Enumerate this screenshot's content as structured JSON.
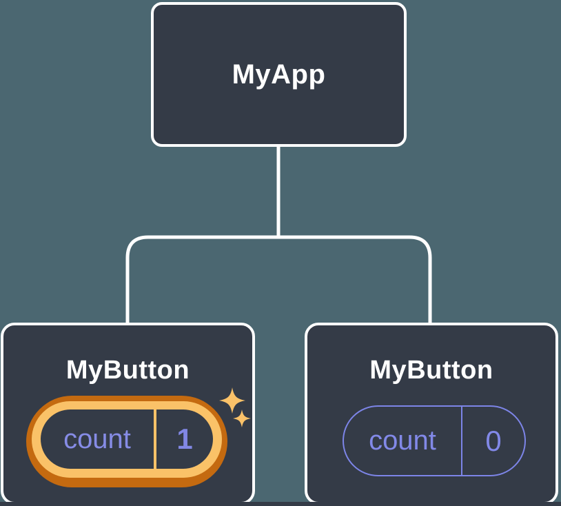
{
  "tree": {
    "root": {
      "label": "MyApp"
    },
    "children": [
      {
        "label": "MyButton",
        "state_key": "count",
        "state_value": "1",
        "highlighted": true
      },
      {
        "label": "MyButton",
        "state_key": "count",
        "state_value": "0",
        "highlighted": false
      }
    ]
  },
  "icons": {
    "sparkles": "sparkles-icon"
  },
  "colors": {
    "background": "#4b6771",
    "node_fill": "#343b47",
    "node_border": "#ffffff",
    "highlight_outer_orange": "#c46a10",
    "highlight_inner_orange": "#fac268",
    "state_purple": "#8289e8",
    "sparkle_gold": "#fbc269"
  }
}
